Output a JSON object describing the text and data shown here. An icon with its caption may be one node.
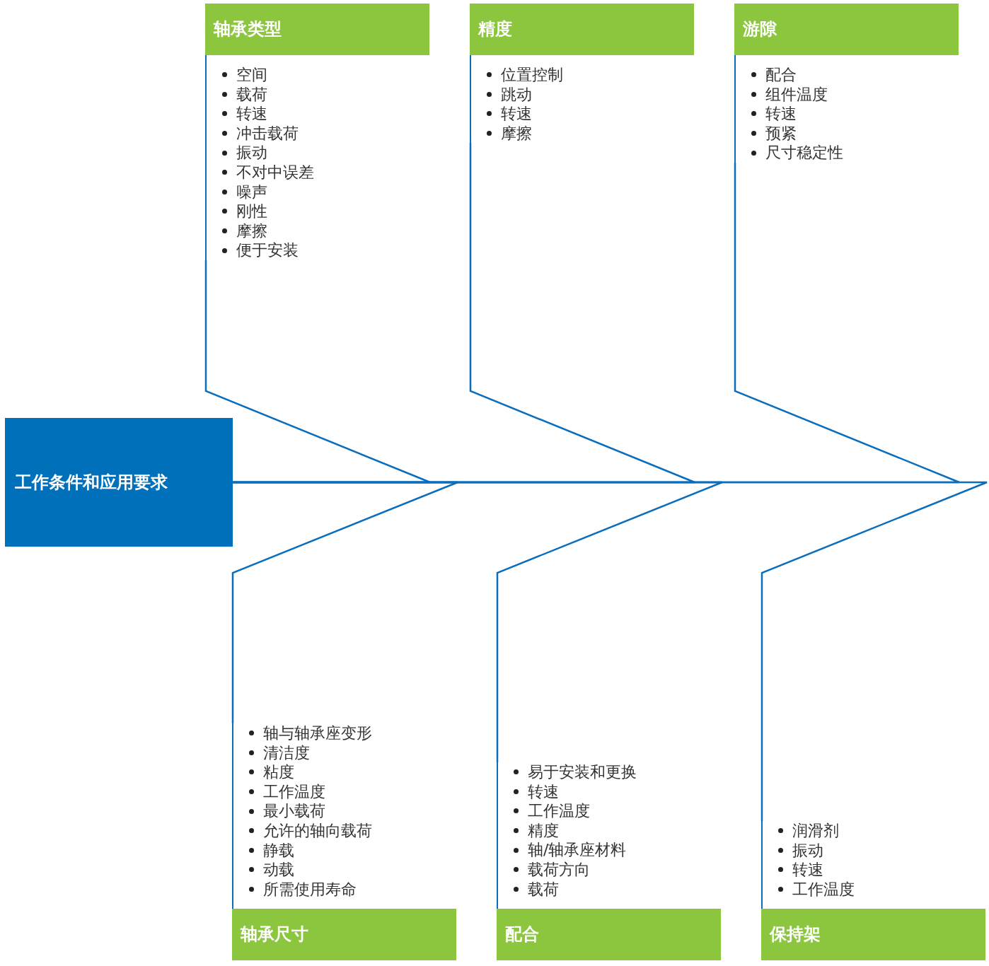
{
  "diagram": {
    "nodes": [
      {
        "text": [
          "工作条件和应用要求"
        ]
      },
      {
        "text": [
          "轴承类型",
          "空间",
          "载荷",
          "转速",
          "冲击载荷",
          "振动",
          "不对中误差",
          "噪声",
          "刚性",
          "摩擦",
          "便于安装"
        ]
      },
      {
        "text": [
          "精度",
          "位置控制",
          "跳动",
          "转速",
          "摩擦"
        ]
      },
      {
        "text": [
          "游隙",
          "配合",
          "组件温度",
          "转速",
          "预紧",
          "尺寸稳定性"
        ]
      },
      {
        "text": [
          "轴与轴承座变形",
          "清洁度",
          "粘度",
          "工作温度",
          "最小载荷",
          "允许的轴向载荷",
          "静载",
          "动载",
          "所需使用寿命",
          "轴承尺寸"
        ]
      },
      {
        "text": [
          "易于安装和更换",
          "转速",
          "工作温度",
          "精度",
          "轴/轴承座材料",
          "载荷方向",
          "载荷",
          "配合"
        ]
      },
      {
        "text": [
          "润滑剂",
          "振动",
          "转速",
          "工作温度",
          "保持架"
        ]
      }
    ],
    "edges": [
      {
        "from": 1,
        "to": 0,
        "arrow": "none"
      },
      {
        "from": 2,
        "to": 0,
        "arrow": "none"
      },
      {
        "from": 3,
        "to": 0,
        "arrow": "none"
      },
      {
        "from": 4,
        "to": 0,
        "arrow": "none"
      },
      {
        "from": 5,
        "to": 0,
        "arrow": "none"
      },
      {
        "from": 6,
        "to": 0,
        "arrow": "none"
      }
    ]
  }
}
